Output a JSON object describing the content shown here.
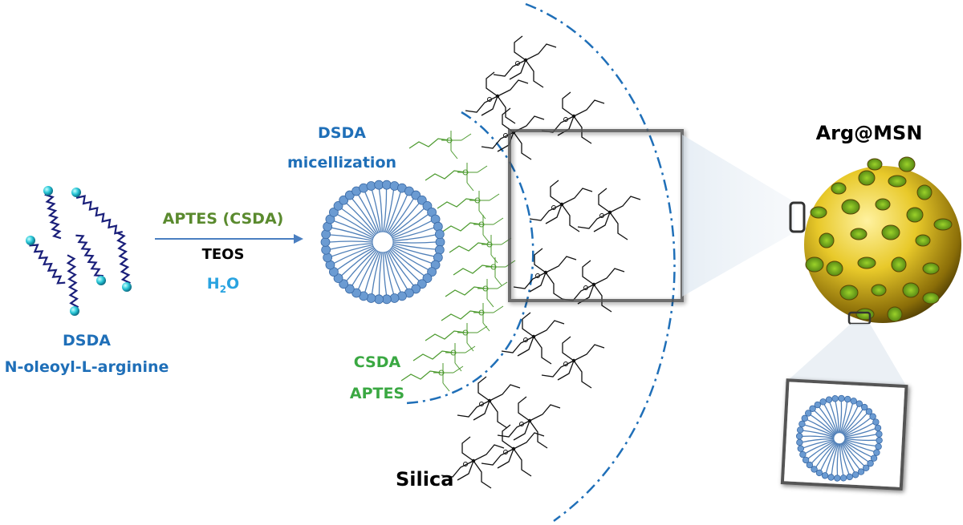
{
  "labels": {
    "dsda_top": "DSDA",
    "dsda_name": "N-oleoyl-L-arginine",
    "arrow_line1": "APTES (CSDA)",
    "arrow_line2": "TEOS",
    "arrow_line3_h": "H",
    "arrow_line3_sub": "2",
    "arrow_line3_o": "O",
    "micelle_line1": "DSDA",
    "micelle_line2": "micellization",
    "csda_line1": "CSDA",
    "csda_line2": "APTES",
    "silica": "Silica",
    "product": "Arg@MSN"
  },
  "colors": {
    "dsda_blue": "#1f6fb8",
    "aptes_green": "#5a8a2e",
    "csda_green": "#3aa842",
    "water_cyan": "#29a3e0",
    "sphere_yellow": "#e8c92a",
    "micelle_blue": "#5b8fc7"
  }
}
